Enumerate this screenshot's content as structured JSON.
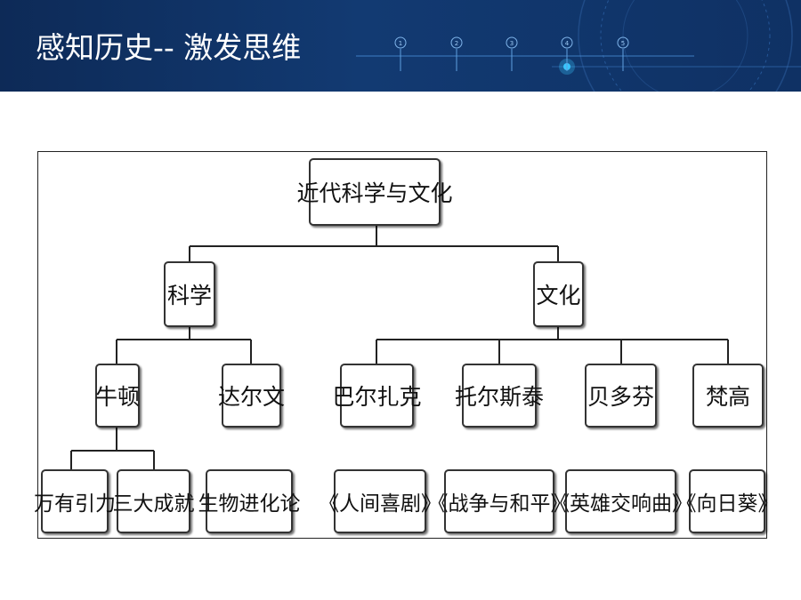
{
  "slide": {
    "title": "感知历史-- 激发思维",
    "step_numbers": [
      "1",
      "2",
      "3",
      "4",
      "5"
    ]
  },
  "diagram": {
    "root": "近代科学与文化",
    "branches": [
      {
        "label": "科学",
        "children": [
          {
            "label": "牛顿",
            "children": [
              "万有引力",
              "三大成就"
            ]
          },
          {
            "label": "达尔文",
            "children": [
              "生物进化论"
            ]
          }
        ]
      },
      {
        "label": "文化",
        "children": [
          {
            "label": "巴尔扎克",
            "children": [
              "《人间喜剧》"
            ]
          },
          {
            "label": "托尔斯泰",
            "children": [
              "《战争与和平》"
            ]
          },
          {
            "label": "贝多芬",
            "children": [
              "《英雄交响曲》"
            ]
          },
          {
            "label": "梵高",
            "children": [
              "《向日葵》"
            ]
          }
        ]
      }
    ]
  },
  "colors": {
    "header_bg": "#123a72",
    "accent_glow": "#39c6ff",
    "node_border": "#333333"
  }
}
